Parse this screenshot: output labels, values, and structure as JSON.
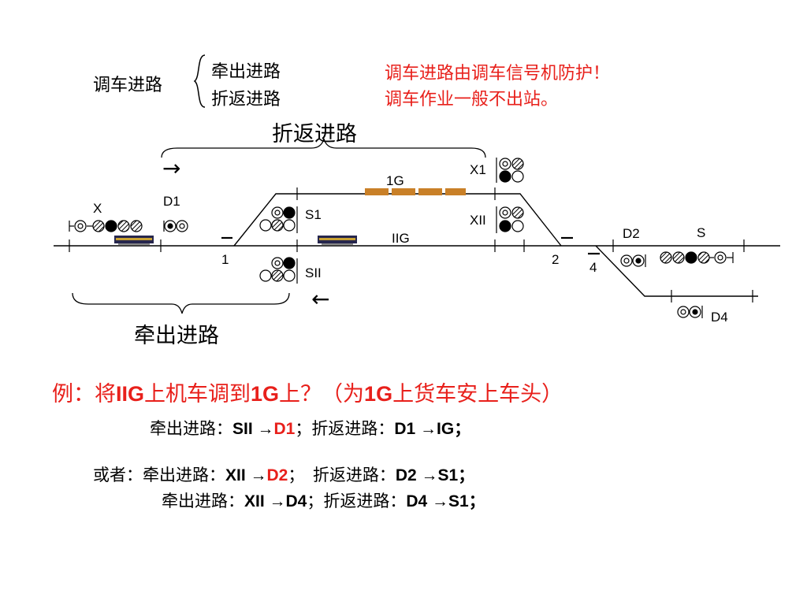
{
  "header": {
    "shunt_label": "调车进路",
    "types": [
      "牵出进路",
      "折返进路"
    ],
    "notes": [
      "调车进路由调车信号机防护！",
      "调车作业一般不出站。"
    ]
  },
  "diagram": {
    "top_route_label": "折返进路",
    "bottom_route_label": "牵出进路",
    "arrow_right": "→",
    "arrow_left": "←",
    "tracks": {
      "g1": "1G",
      "g2": "IIG"
    },
    "switches": {
      "s1": "1",
      "s2": "2",
      "s4": "4"
    },
    "signals": {
      "X": "X",
      "D1": "D1",
      "S1": "S1",
      "SII": "SII",
      "X1": "X1",
      "XII": "XII",
      "D2": "D2",
      "S": "S",
      "D4": "D4"
    }
  },
  "example": {
    "q_pre": "例：将",
    "q_b1": "IIG",
    "q_mid1": "上机车调到",
    "q_b2": "1G",
    "q_mid2": "上？（为",
    "q_b3": "1G",
    "q_end": "上货车安上车头）",
    "l1": {
      "p1": "牵出进路：",
      "p2": "SII →",
      "p3": "D1",
      "p4": "；折返进路：",
      "p5": "D1 →IG；"
    },
    "l2": {
      "p1": "或者：牵出进路：",
      "p2": "XII →",
      "p3": "D2",
      "p4": "；　折返进路：",
      "p5": "D2 →S1；"
    },
    "l3": {
      "p1": "牵出进路：",
      "p2": "XII →D4",
      "p4": "；折返进路：",
      "p5": "D4 →S1；"
    }
  }
}
